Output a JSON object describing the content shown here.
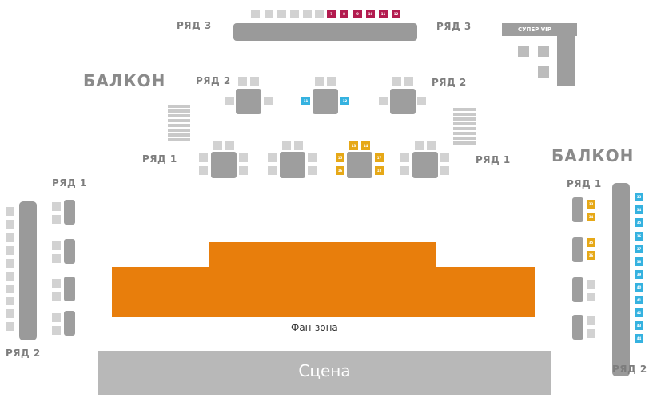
{
  "labels": {
    "row3_left": "РЯД 3",
    "row3_right": "РЯД 3",
    "super_vip": "СУПЕР VIP",
    "balcony_left": "БАЛКОН",
    "balcony_right": "БАЛКОН",
    "row2_top_left": "РЯД 2",
    "row2_top_right": "РЯД 2",
    "row1_top_left": "РЯД 1",
    "row1_top_right": "РЯД 1",
    "row1_side_left": "РЯД 1",
    "row1_side_right": "РЯД 1",
    "row2_side_left": "РЯД 2",
    "row2_side_right": "РЯД 2",
    "fan_zone": "Фан-зона",
    "stage": "Сцена"
  },
  "seats": {
    "row3_available": [
      "7",
      "8",
      "9",
      "10",
      "11",
      "12"
    ],
    "row2_center": [
      "11",
      "12"
    ],
    "row1_gold": [
      "13",
      "14",
      "15",
      "16",
      "17",
      "18"
    ],
    "right_gold": [
      "33",
      "34",
      "35",
      "36"
    ],
    "right_column": [
      "33",
      "34",
      "35",
      "36",
      "37",
      "38",
      "39",
      "40",
      "41",
      "42",
      "43",
      "44"
    ]
  },
  "colors": {
    "magenta": "#b31b4f",
    "cyan": "#35b2e0",
    "gold": "#e6a817",
    "fan_zone": "#e87e0c",
    "gray": "#9e9e9e"
  }
}
